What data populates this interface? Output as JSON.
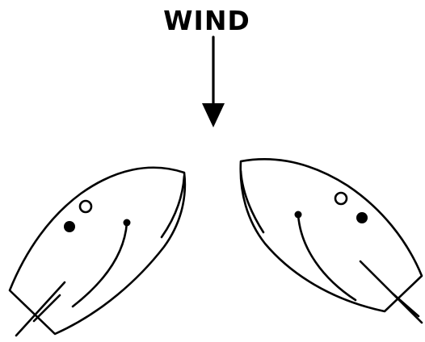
{
  "diagram": {
    "wind_label": "WIND",
    "colors": {
      "ink": "#000000",
      "background": "#ffffff"
    },
    "figures": [
      {
        "name": "wind-arrow",
        "icon": "arrow-down-icon"
      },
      {
        "name": "boat-left",
        "icon": "sailboat-hull-icon"
      },
      {
        "name": "boat-right",
        "icon": "sailboat-hull-icon"
      }
    ]
  }
}
